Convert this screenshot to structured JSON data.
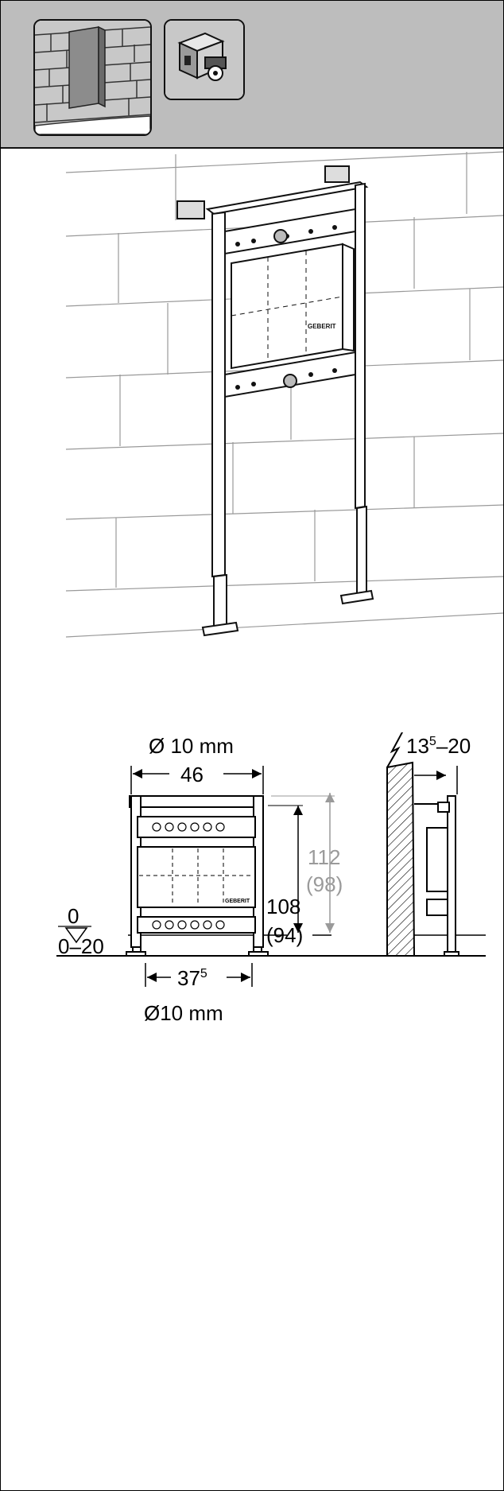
{
  "header": {
    "icons": [
      "brick-wall-icon",
      "mounting-bracket-icon"
    ],
    "bg_color": "#bdbdbd"
  },
  "front_view": {
    "top_diameter": "Ø 10 mm",
    "top_width": "46",
    "overall_height": "112",
    "overall_height_alt": "(98)",
    "frame_height": "108",
    "frame_height_alt": "(94)",
    "level_zero": "0",
    "level_range": "0–20",
    "foot_spacing_main": "37",
    "foot_spacing_sup": "5",
    "bottom_diameter": "Ø10 mm",
    "brand_label": "GEBERIT"
  },
  "side_view": {
    "depth_main": "13",
    "depth_sup": "5",
    "depth_rest": "–20"
  },
  "colors": {
    "dimension_gray": "#9a9a9a",
    "hatch": "#000000"
  }
}
